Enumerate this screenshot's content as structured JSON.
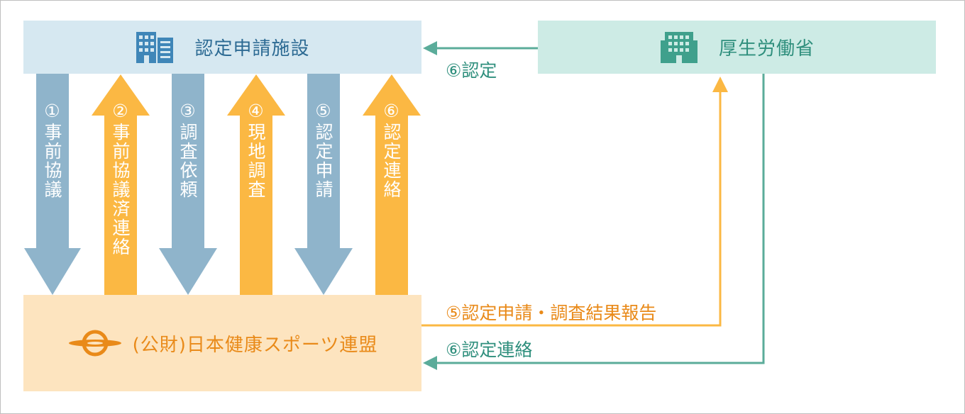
{
  "colors": {
    "facility_bg": "#d6e8f1",
    "ministry_bg": "#cdebe5",
    "league_bg": "#fde4bf",
    "blue_arrow": "#8fb4cb",
    "orange_arrow": "#fbb843",
    "teal_line": "#5bac9a",
    "orange_line": "#fbb843",
    "teal_text": "#2f8f7d",
    "orange_text": "#e98a19"
  },
  "nodes": {
    "facility": {
      "label": "認定申請施設",
      "icon": "building-icon"
    },
    "ministry": {
      "label": "厚生労働省",
      "icon": "office-building-icon"
    },
    "league": {
      "label": "(公財)日本健康スポーツ連盟",
      "icon": "league-logo-icon"
    }
  },
  "vertical_flows": [
    {
      "label": "①事前協議",
      "direction": "down",
      "color": "blue"
    },
    {
      "label": "②事前協議済連絡",
      "direction": "up",
      "color": "orange"
    },
    {
      "label": "③調査依頼",
      "direction": "down",
      "color": "blue"
    },
    {
      "label": "④現地調査",
      "direction": "up",
      "color": "orange"
    },
    {
      "label": "⑤認定申請",
      "direction": "down",
      "color": "blue"
    },
    {
      "label": "⑥認定連絡",
      "direction": "up",
      "color": "orange"
    }
  ],
  "side_flows": {
    "ministry_to_facility": "⑥認定",
    "league_to_ministry": "⑤認定申請・調査結果報告",
    "ministry_to_league": "⑥認定連絡"
  }
}
